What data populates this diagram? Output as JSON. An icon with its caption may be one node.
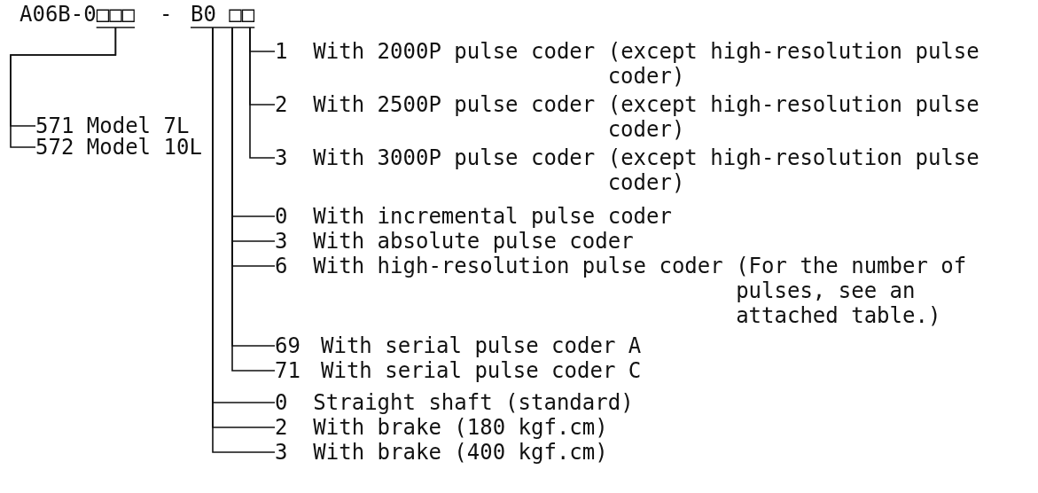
{
  "diagram": {
    "nodes": [
      {
        "text": [
          "A06B-0□□□"
        ]
      },
      {
        "text": [
          "B0 □□"
        ]
      },
      {
        "text": [
          "571",
          "Model 7L"
        ]
      },
      {
        "text": [
          "572",
          "Model 10L"
        ]
      },
      {
        "text": [
          "1",
          "With 2000P pulse coder (except high-resolution pulse coder)"
        ]
      },
      {
        "text": [
          "2",
          "With 2500P pulse coder (except high-resolution pulse coder)"
        ]
      },
      {
        "text": [
          "3",
          "With 3000P pulse coder (except high-resolution pulse coder)"
        ]
      },
      {
        "text": [
          "0",
          "With incremental pulse coder"
        ]
      },
      {
        "text": [
          "3",
          "With absolute pulse coder"
        ]
      },
      {
        "text": [
          "6",
          "With high-resolution pulse coder (For the number of pulses, see an attached table.)"
        ]
      },
      {
        "text": [
          "69",
          "With serial pulse coder A"
        ]
      },
      {
        "text": [
          "71",
          "With serial pulse coder C"
        ]
      },
      {
        "text": [
          "0",
          "Straight shaft (standard)"
        ]
      },
      {
        "text": [
          "2",
          "With brake (180 kgf.cm)"
        ]
      },
      {
        "text": [
          "3",
          "With brake (400 kgf.cm)"
        ]
      }
    ],
    "edges": [
      {
        "from": 0,
        "to": 2,
        "arrow": "none"
      },
      {
        "from": 0,
        "to": 3,
        "arrow": "none"
      },
      {
        "from": 1,
        "to": 4,
        "arrow": "none"
      },
      {
        "from": 1,
        "to": 5,
        "arrow": "none"
      },
      {
        "from": 1,
        "to": 6,
        "arrow": "none"
      },
      {
        "from": 1,
        "to": 7,
        "arrow": "none"
      },
      {
        "from": 1,
        "to": 8,
        "arrow": "none"
      },
      {
        "from": 1,
        "to": 9,
        "arrow": "none"
      },
      {
        "from": 1,
        "to": 10,
        "arrow": "none"
      },
      {
        "from": 1,
        "to": 11,
        "arrow": "none"
      },
      {
        "from": 1,
        "to": 12,
        "arrow": "none"
      },
      {
        "from": 1,
        "to": 13,
        "arrow": "none"
      },
      {
        "from": 1,
        "to": 14,
        "arrow": "none"
      }
    ],
    "labels": [
      "-"
    ]
  }
}
